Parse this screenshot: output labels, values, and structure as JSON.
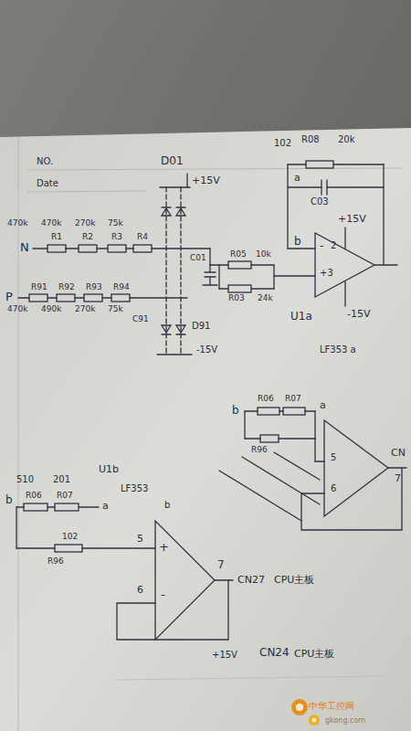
{
  "diagram": {
    "labels": [
      "NO.",
      "Date",
      "D01",
      "+15V",
      "102",
      "R08",
      "20k",
      "a",
      "C03",
      "+15V",
      "470k",
      "470k",
      "270k",
      "75k",
      "N",
      "R1",
      "R2",
      "R3",
      "R4",
      "b",
      "-",
      "2",
      "+3",
      "C01",
      "R05",
      "10k",
      "R03",
      "24k",
      "P",
      "R91",
      "R92",
      "R93",
      "R94",
      "C91",
      "470k",
      "490k",
      "270k",
      "75k",
      "D91",
      "U1a",
      "-15V",
      "-15V",
      "LF353 a",
      "b",
      "R06",
      "R07",
      "a",
      "R96",
      "5",
      "6",
      "CN",
      "7",
      "510",
      "201",
      "U1b",
      "b",
      "R06",
      "R07",
      "a",
      "LF353",
      "b",
      "102",
      "R96",
      "5",
      "+",
      "6",
      "-",
      "7",
      "CN27",
      "CPU主板",
      "+15V",
      "CN24",
      "CPU主板",
      "中华工控网",
      "gkong.com"
    ]
  }
}
